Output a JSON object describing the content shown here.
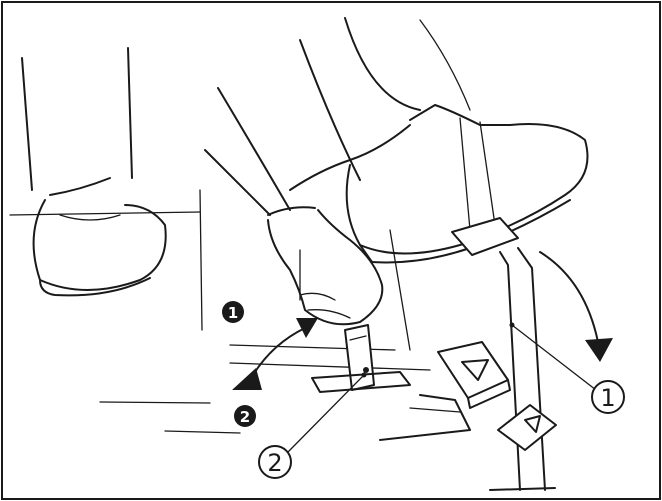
{
  "callouts": {
    "pedal": "1",
    "lever": "2"
  },
  "steps": {
    "first": "1",
    "second": "2"
  }
}
